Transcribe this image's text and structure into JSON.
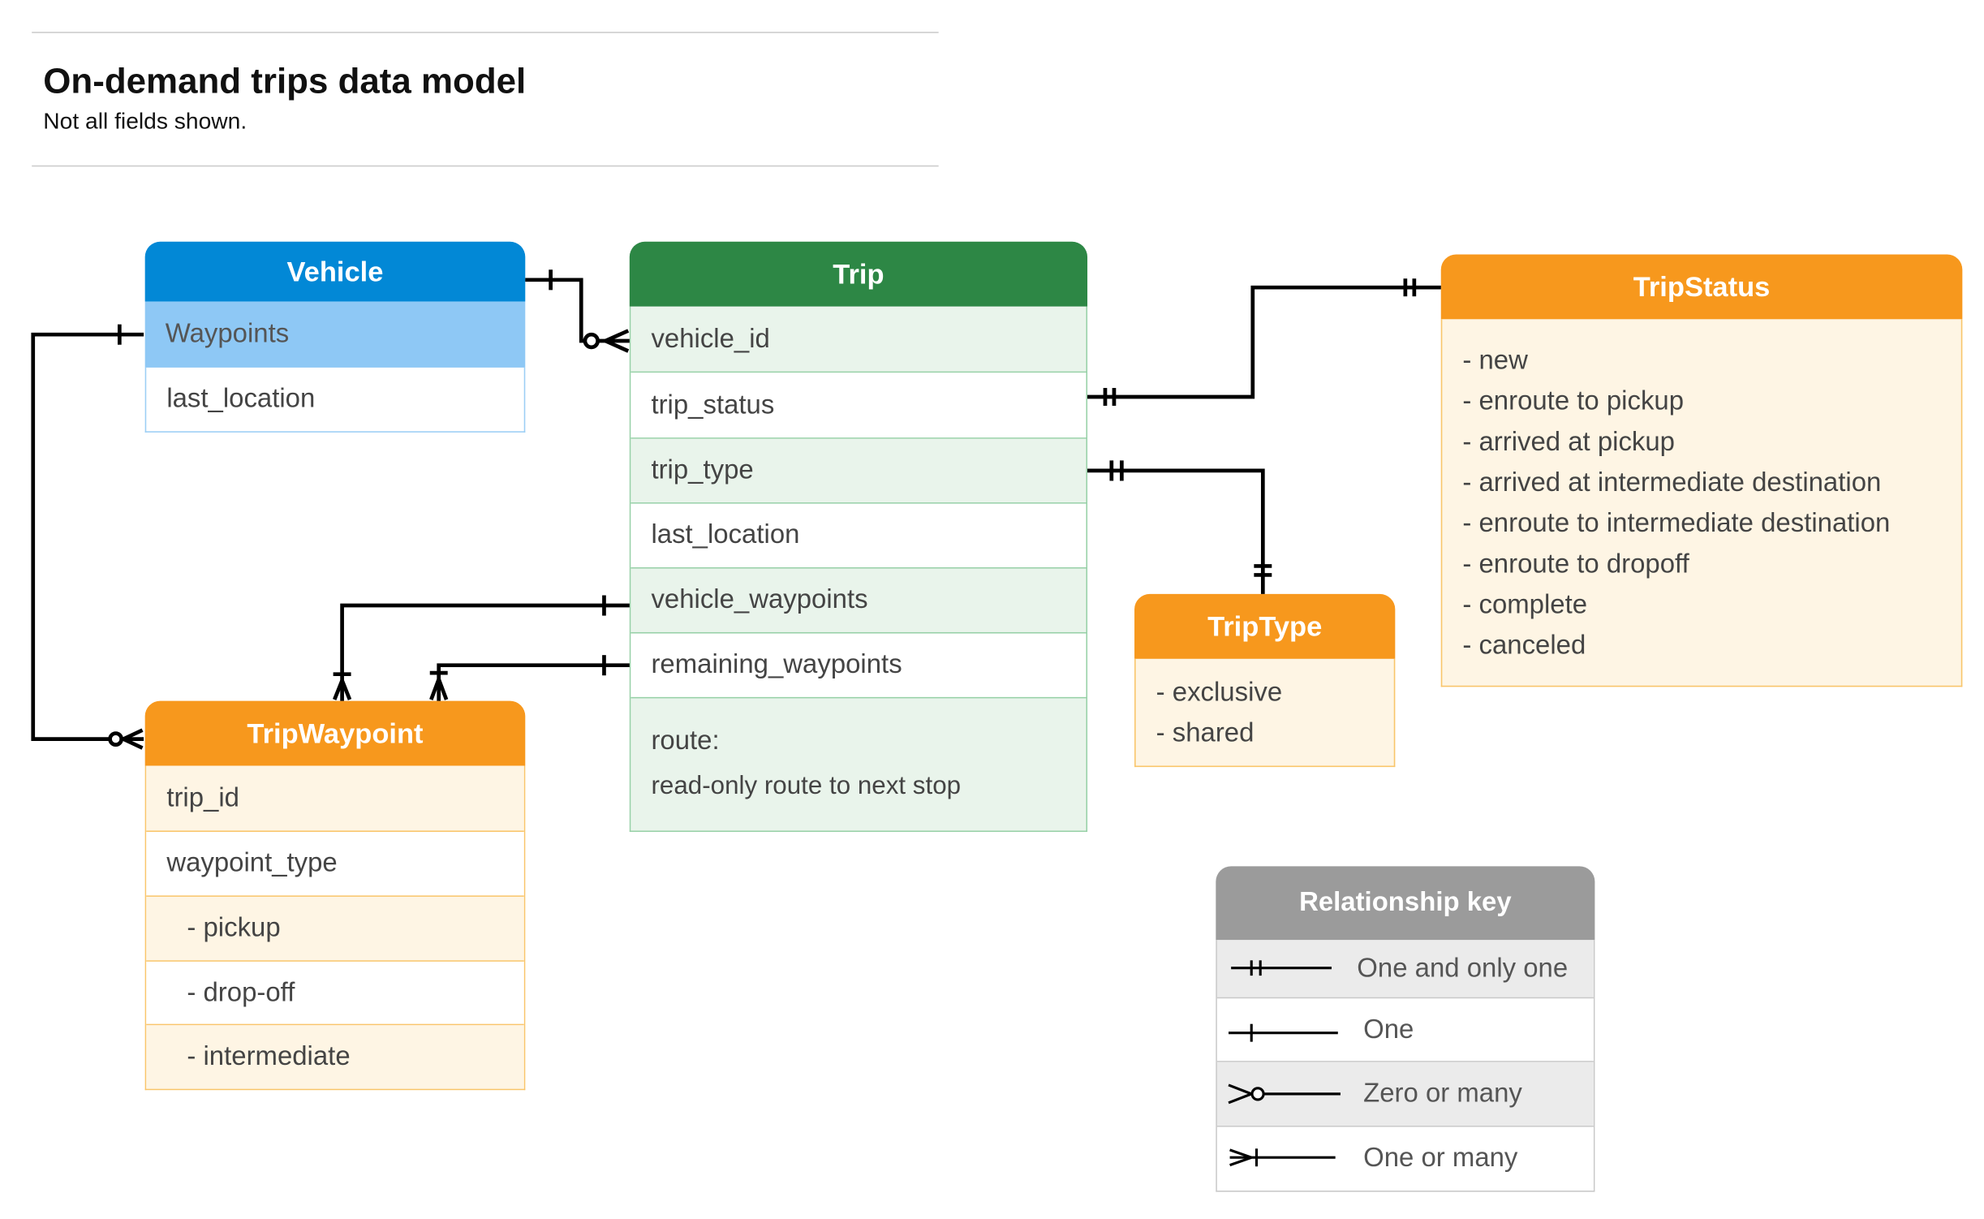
{
  "header": {
    "title": "On-demand trips data model",
    "subtitle": "Not all fields shown."
  },
  "entities": {
    "vehicle": {
      "title": "Vehicle",
      "fields": [
        "Waypoints",
        "last_location"
      ],
      "color": "#0288D6"
    },
    "trip": {
      "title": "Trip",
      "fields": [
        "vehicle_id",
        "trip_status",
        "trip_type",
        "last_location",
        "vehicle_waypoints",
        "remaining_waypoints"
      ],
      "route_label": "route:",
      "route_desc": "read-only route to next stop",
      "color": "#2D8745"
    },
    "trip_status": {
      "title": "TripStatus",
      "values": [
        "- new",
        "- enroute to pickup",
        "- arrived at pickup",
        "- arrived at intermediate destination",
        "- enroute to intermediate destination",
        "- enroute to dropoff",
        "- complete",
        "- canceled"
      ],
      "color": "#F7981D"
    },
    "trip_type": {
      "title": "TripType",
      "values": [
        "- exclusive",
        "- shared"
      ],
      "color": "#F7981D"
    },
    "trip_waypoint": {
      "title": "TripWaypoint",
      "fields": [
        "trip_id",
        "waypoint_type",
        "-  pickup",
        "-  drop-off",
        "-  intermediate"
      ],
      "color": "#F7981D"
    }
  },
  "key": {
    "title": "Relationship key",
    "items": [
      {
        "symbol": "one-and-only-one",
        "label": "One and only one"
      },
      {
        "symbol": "one",
        "label": "One"
      },
      {
        "symbol": "zero-or-many",
        "label": "Zero or many"
      },
      {
        "symbol": "one-or-many",
        "label": "One or many"
      }
    ]
  }
}
